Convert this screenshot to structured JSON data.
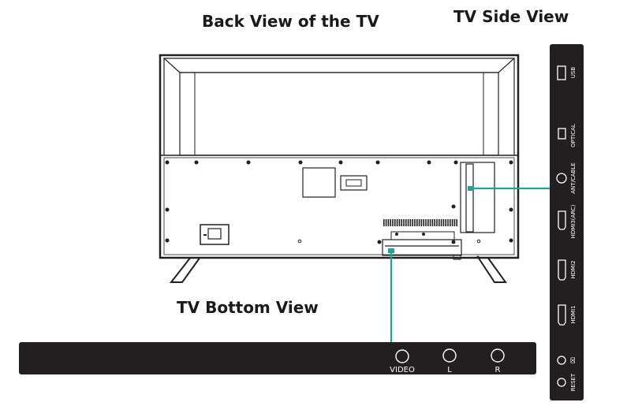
{
  "titles": {
    "back": "Back View of the TV",
    "side": "TV Side View",
    "bottom": "TV Bottom View"
  },
  "bottom_ports": [
    "VIDEO",
    "L",
    "R"
  ],
  "side_ports": [
    "USB",
    "OPTICAL",
    "ANT/CABLE",
    "HDMI3(ARC)",
    "HDMI2",
    "HDMI1",
    "⌧",
    "RESET"
  ],
  "colors": {
    "panel": "#231f20",
    "callout": "#1aa59a",
    "outline": "#231f20"
  }
}
